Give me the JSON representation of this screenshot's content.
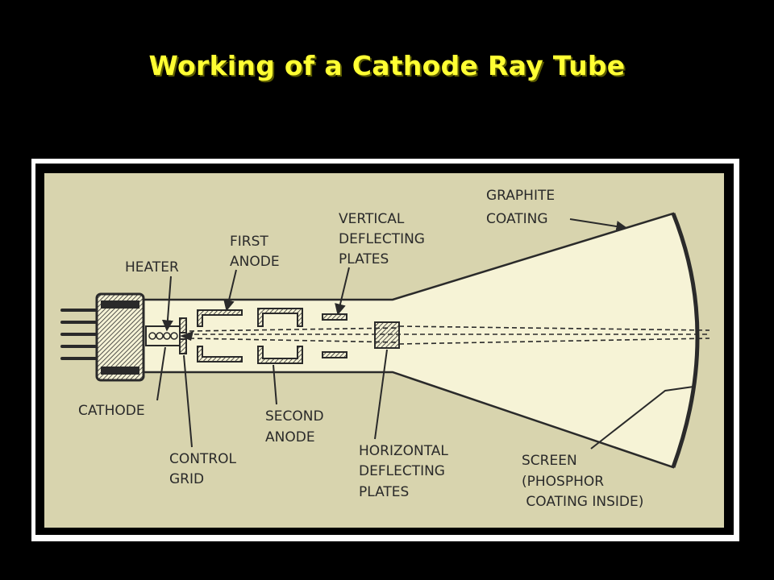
{
  "title": "Working of a Cathode Ray Tube",
  "labels": {
    "heater": "HEATER",
    "first_anode": [
      "FIRST",
      "ANODE"
    ],
    "vertical_plates": [
      "VERTICAL",
      "DEFLECTING",
      "PLATES"
    ],
    "graphite": [
      "GRAPHITE",
      "COATING"
    ],
    "cathode": "CATHODE",
    "control_grid": [
      "CONTROL",
      "GRID"
    ],
    "second_anode": [
      "SECOND",
      "ANODE"
    ],
    "horizontal_plates": [
      "HORIZONTAL",
      "DEFLECTING",
      "PLATES"
    ],
    "screen": [
      "SCREEN",
      "(PHOSPHOR",
      " COATING INSIDE)"
    ]
  },
  "colors": {
    "title": "#ffff33",
    "background": "#000000",
    "panel": "#d8d4ae",
    "tube": "#f6f3d6",
    "ink": "#2a2a2a"
  }
}
